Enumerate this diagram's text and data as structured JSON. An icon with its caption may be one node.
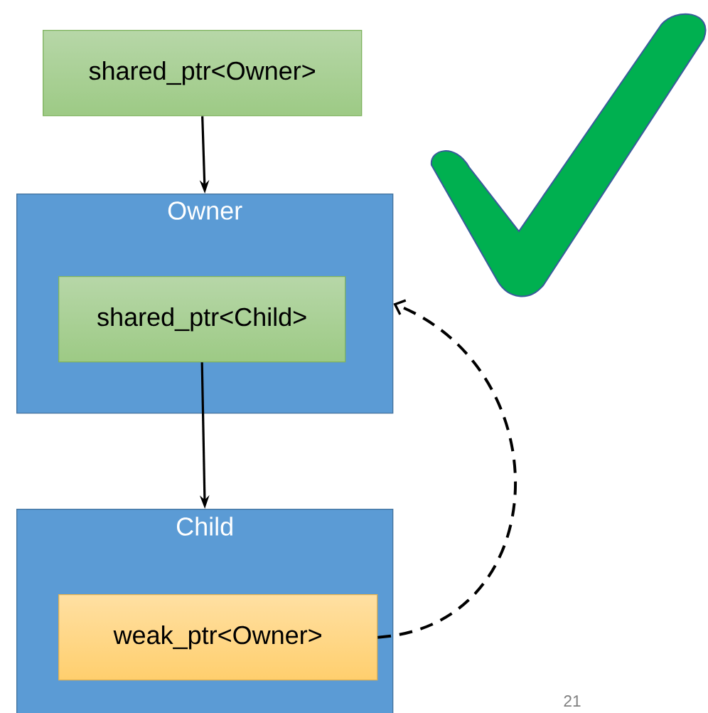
{
  "diagram": {
    "nodes": [
      {
        "text": [
          "shared_ptr<Owner>"
        ]
      },
      {
        "text": [
          "Owner"
        ]
      },
      {
        "text": [
          "shared_ptr<Child>"
        ],
        "in": 1
      },
      {
        "text": [
          "Child"
        ]
      },
      {
        "text": [
          "weak_ptr<Owner>"
        ],
        "in": 3
      }
    ],
    "edges": [
      {
        "from": 0,
        "to": 1,
        "arrow": "to"
      },
      {
        "from": 2,
        "to": 3,
        "arrow": "to"
      },
      {
        "from": 4,
        "to": 1,
        "arrow": "to",
        "style": "dashed"
      }
    ],
    "labels": [
      "21"
    ]
  }
}
